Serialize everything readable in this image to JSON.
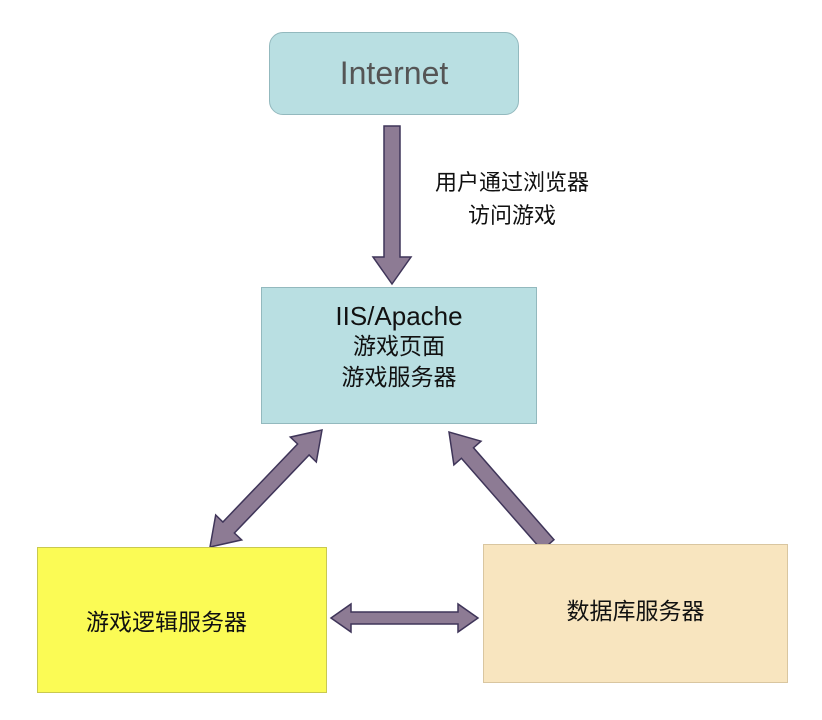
{
  "nodes": {
    "internet": {
      "label": "Internet",
      "fill": "#b9dfe2"
    },
    "web_server": {
      "lines": [
        "IIS/Apache",
        "游戏页面",
        "游戏服务器"
      ],
      "fill": "#b9dfe2"
    },
    "logic_server": {
      "label": "游戏逻辑服务器",
      "fill": "#fbfb55"
    },
    "db_server": {
      "label": "数据库服务器",
      "fill": "#f8e5bf"
    }
  },
  "edges": {
    "internet_to_web": {
      "label_lines": [
        "用户通过浏览器",
        "访问游戏"
      ],
      "direction": "one-way"
    },
    "web_logic": {
      "direction": "two-way"
    },
    "db_to_web": {
      "direction": "one-way"
    },
    "logic_db": {
      "direction": "two-way"
    }
  },
  "colors": {
    "arrow_fill": "#8d7b94",
    "arrow_stroke": "#3f3559"
  }
}
